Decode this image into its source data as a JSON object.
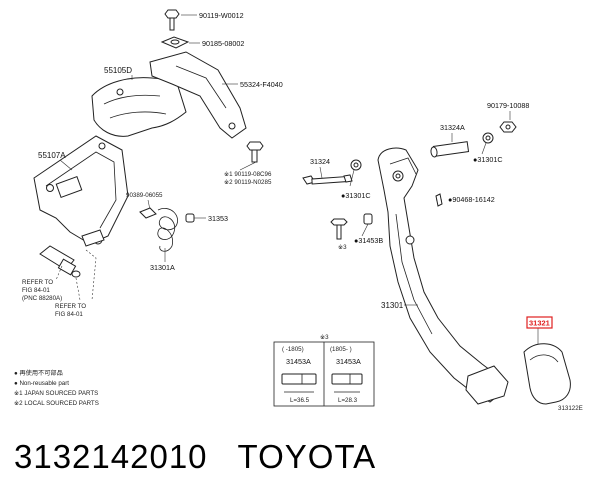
{
  "diagram": {
    "labels": {
      "p90119_w0012": "90119-W0012",
      "p90185_08002": "90185-08002",
      "p55105d": "55105D",
      "p55324_f4040": "55324-F4040",
      "p55107a": "55107A",
      "note1_bolt": "※1  90119-08C96",
      "note2_bolt": "※2  90119-N0285",
      "p90389": "90389-06055",
      "p31353": "31353",
      "p31301a": "31301A",
      "p31324": "31324",
      "p31324a": "31324A",
      "p90179": "90179-10088",
      "p31301c_a": "●31301C",
      "p31301c_b": "●31301C",
      "p90468": "●90468-16142",
      "p31453b": "●31453B",
      "note3_mark": "※3",
      "p31301": "31301",
      "highlight": "31321",
      "refer1_line1": "REFER TO",
      "refer1_line2": "FIG 84-01",
      "refer1_line3": "(PNC 88280A)",
      "refer2_line1": "REFER TO",
      "refer2_line2": "FIG 84-01",
      "figure_code": "313122E"
    },
    "legend": {
      "jp_nonreuse": "● 再使用不可部品",
      "nonreuse": "● Non-reusable part",
      "jp_sourced": "※1 JAPAN SOURCED PARTS",
      "local_sourced": "※2 LOCAL SOURCED PARTS"
    },
    "inset": {
      "header": "※3",
      "col1_header": "(  -1805)",
      "col2_header": "(1805-  )",
      "col1_part": "31453A",
      "col2_part": "31453A",
      "col1_length": "L=36.5",
      "col2_length": "L=28.3"
    }
  },
  "footer": {
    "part_number": "3132142010",
    "brand": "TOYOTA"
  }
}
